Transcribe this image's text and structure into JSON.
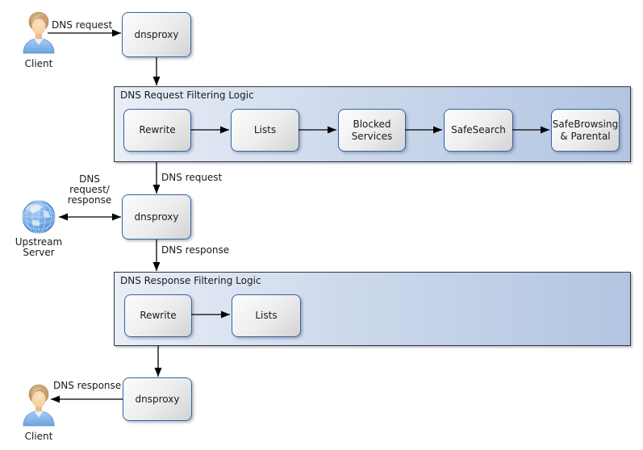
{
  "colors": {
    "container_gradient_start": "#e9eef7",
    "container_gradient_end": "#b2c5e1",
    "container_border": "#33373d",
    "node_border": "#3465a4",
    "node_gradient_start": "#fdfdfd",
    "node_gradient_end": "#d3d3d3",
    "arrow": "#000000",
    "text": "#1a1a1a"
  },
  "icons": {
    "client_top": "person-icon",
    "upstream": "globe-icon",
    "client_bottom": "person-icon"
  },
  "nodes": {
    "client_top": "Client",
    "dnsproxy_top": "dnsproxy",
    "dnsproxy_mid": "dnsproxy",
    "dnsproxy_bottom": "dnsproxy",
    "client_bottom": "Client",
    "upstream_lines": [
      "Upstream",
      "Server"
    ]
  },
  "containers": {
    "request": {
      "title": "DNS Request Filtering Logic",
      "steps": [
        "Rewrite",
        "Lists",
        "Blocked Services",
        "SafeSearch",
        "SafeBrowsing & Parental"
      ]
    },
    "response": {
      "title": "DNS Response Filtering Logic",
      "steps": [
        "Rewrite",
        "Lists"
      ]
    }
  },
  "edge_labels": {
    "client_to_proxy": "DNS request",
    "filter_in": "DNS request",
    "filter_out": "DNS response",
    "upstream_lines": [
      "DNS",
      "request/",
      "response"
    ],
    "proxy_to_client": "DNS response"
  }
}
